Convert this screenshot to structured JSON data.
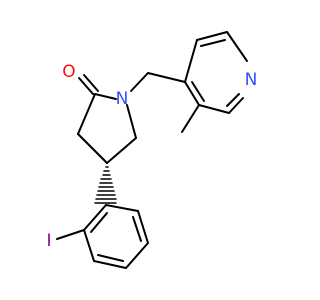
{
  "molecule": {
    "atoms": [
      {
        "id": "O1",
        "label": "O",
        "color": "#ff0d0d"
      },
      {
        "id": "N1",
        "label": "N",
        "color": "#3050f8"
      },
      {
        "id": "N2",
        "label": "N",
        "color": "#3050f8"
      },
      {
        "id": "I1",
        "label": "I",
        "color": "#940094"
      }
    ]
  },
  "colors": {
    "bond": "#000000",
    "background": "#ffffff"
  }
}
